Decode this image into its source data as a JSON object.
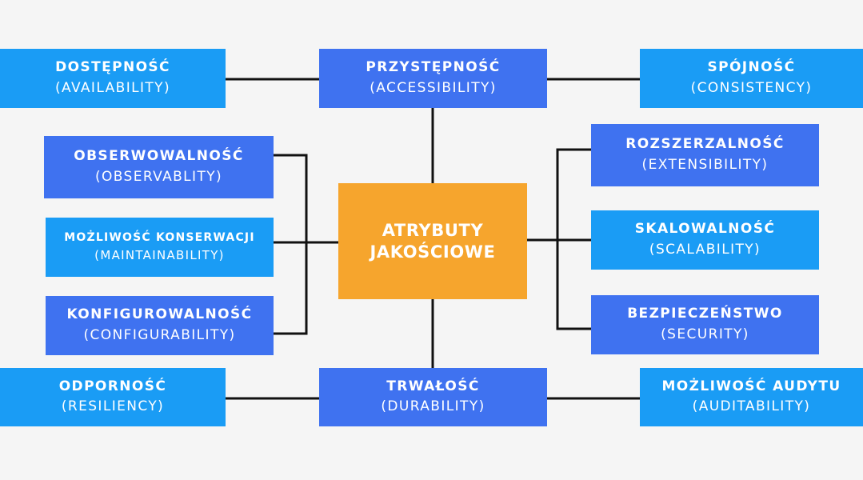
{
  "colors": {
    "background": "#f5f5f5",
    "box_light_blue": "#1a9cf5",
    "box_royal_blue": "#3f72f0",
    "center_orange": "#f6a52d",
    "connector": "#111111",
    "text": "#ffffff"
  },
  "center": {
    "line1": "ATRYBUTY",
    "line2": "JAKOŚCIOWE"
  },
  "nodes": {
    "dostepnosc": {
      "pl": "DOSTĘPNOŚĆ",
      "en": "(AVAILABILITY)"
    },
    "przystepnosc": {
      "pl": "PRZYSTĘPNOŚĆ",
      "en": "(ACCESSIBILITY)"
    },
    "spojnosc": {
      "pl": "SPÓJNOŚĆ",
      "en": "(CONSISTENCY)"
    },
    "obserwowalnosc": {
      "pl": "OBSERWOWALNOŚĆ",
      "en": "(OBSERVABLITY)"
    },
    "konserwacja": {
      "pl": "MOŻLIWOŚĆ KONSERWACJI",
      "en": "(MAINTAINABILITY)"
    },
    "konfigurowalnosc": {
      "pl": "KONFIGUROWALNOŚĆ",
      "en": "(CONFIGURABILITY)"
    },
    "rozszerzalnosc": {
      "pl": "ROZSZERZALNOŚĆ",
      "en": "(EXTENSIBILITY)"
    },
    "skalowalnosc": {
      "pl": "SKALOWALNOŚĆ",
      "en": "(SCALABILITY)"
    },
    "bezpieczenstwo": {
      "pl": "BEZPIECZEŃSTWO",
      "en": "(SECURITY)"
    },
    "odpornosc": {
      "pl": "ODPORNOŚĆ",
      "en": "(RESILIENCY)"
    },
    "trwalosc": {
      "pl": "TRWAŁOŚĆ",
      "en": "(DURABILITY)"
    },
    "audyt": {
      "pl": "MOŻLIWOŚĆ AUDYTU",
      "en": "(AUDITABILITY)"
    }
  }
}
